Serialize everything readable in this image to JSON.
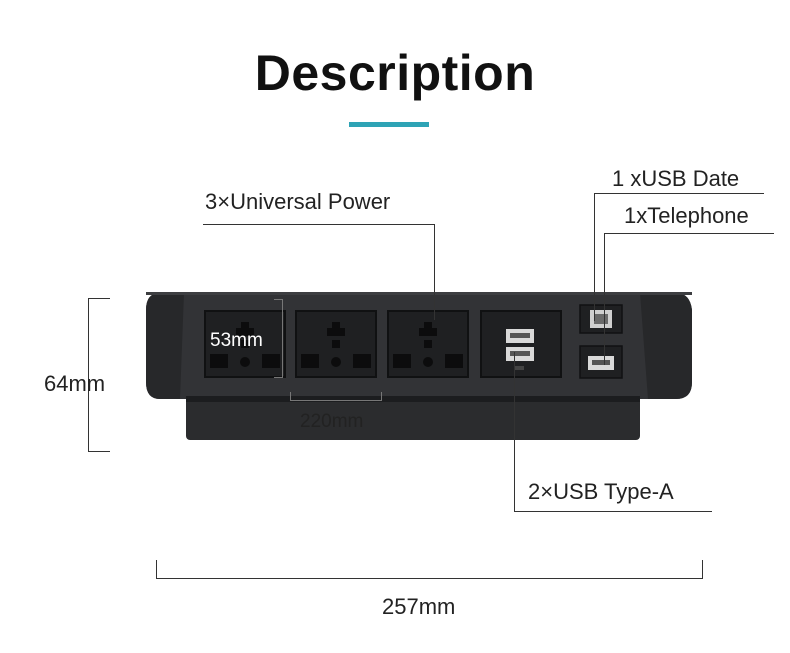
{
  "title": "Description",
  "accent_color": "#2ea3b5",
  "product_color": "#2b2c2e",
  "labels": {
    "universal_power": "3×Universal Power",
    "usb_data": "1 xUSB Date",
    "telephone": "1xTelephone",
    "usb_type_a": "2×USB Type-A",
    "socket_height": "53mm",
    "socket_width": "220mm",
    "overall_height": "64mm",
    "overall_length": "257mm"
  },
  "icons": [
    "universal-socket-icon",
    "usb-port-icon",
    "rj11-port-icon"
  ]
}
